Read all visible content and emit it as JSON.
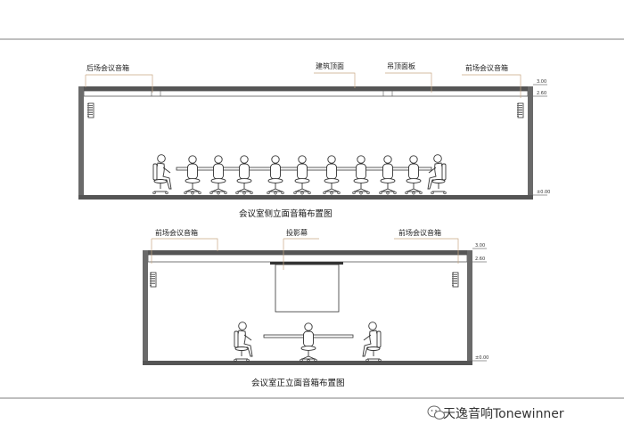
{
  "side_view": {
    "caption": "会议室侧立面音箱布置图",
    "labels": {
      "rear_speaker": "后场会议音箱",
      "building_ceiling": "建筑顶面",
      "suspended_ceiling": "吊顶面板",
      "front_speaker": "前场会议音箱"
    },
    "dims": {
      "top": "3.00",
      "ceiling": "2.60",
      "floor": "±0.00"
    }
  },
  "front_view": {
    "caption": "会议室正立面音箱布置图",
    "labels": {
      "front_speaker_left": "前场会议音箱",
      "projection_screen": "投影幕",
      "front_speaker_right": "前场会议音箱"
    },
    "dims": {
      "top": "3.00",
      "ceiling": "2.60",
      "floor": "±0.00"
    }
  },
  "watermark": {
    "text": "天逸音响Tonewinner",
    "icon": "wechat-icon"
  }
}
